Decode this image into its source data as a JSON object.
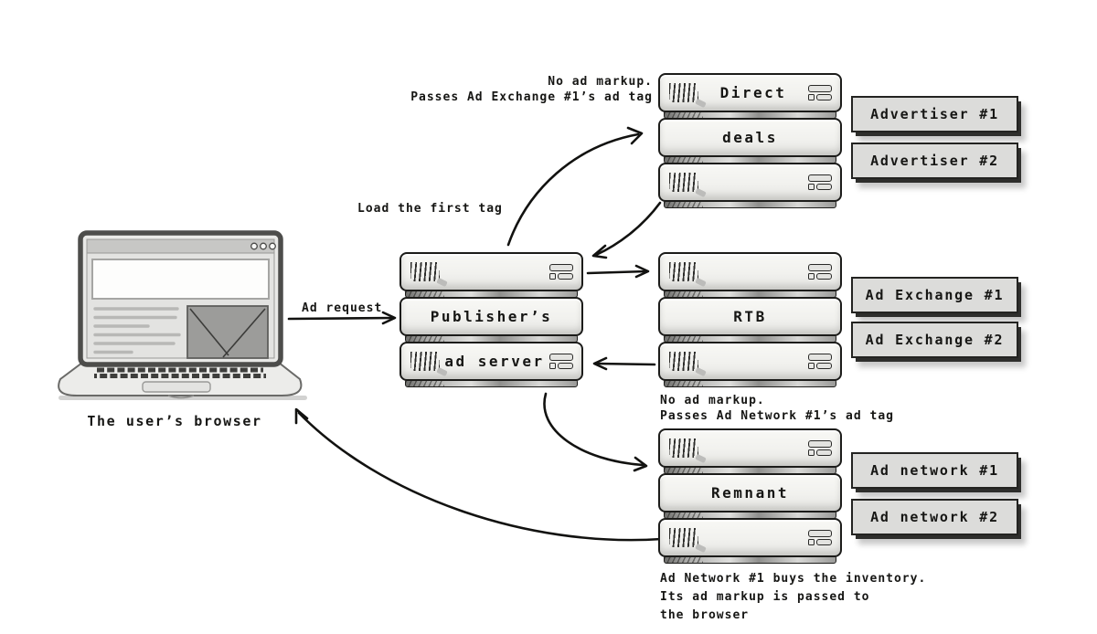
{
  "colors": {
    "ink": "#1c1c1a",
    "unit_fill": "#f1f1ee",
    "box_fill": "#dcdcda",
    "ad_slot": "#9c9c9a"
  },
  "browser": {
    "label": "The user’s browser"
  },
  "labels": {
    "ad_request": "Ad request",
    "load_first_tag": "Load the first tag"
  },
  "annotations": {
    "exchange_note": {
      "line1": "No ad markup.",
      "line2": "Passes Ad Exchange #1’s ad tag"
    },
    "network_note": {
      "line1": "No ad markup.",
      "line2": "Passes Ad Network #1’s ad tag"
    },
    "network_buys": {
      "line1": "Ad Network #1 buys the inventory.",
      "line2": "Its ad markup is passed to",
      "line3": "the browser"
    }
  },
  "stacks": {
    "publisher": {
      "middle": "Publisher’s",
      "bottom": "ad server"
    },
    "direct": {
      "top": "Direct",
      "middle": "deals"
    },
    "rtb": {
      "middle": "RTB"
    },
    "remnant": {
      "middle": "Remnant"
    }
  },
  "boxes": {
    "advertiser1": "Advertiser #1",
    "advertiser2": "Advertiser #2",
    "exchange1": "Ad Exchange #1",
    "exchange2": "Ad Exchange #2",
    "network1": "Ad network #1",
    "network2": "Ad network #2"
  }
}
